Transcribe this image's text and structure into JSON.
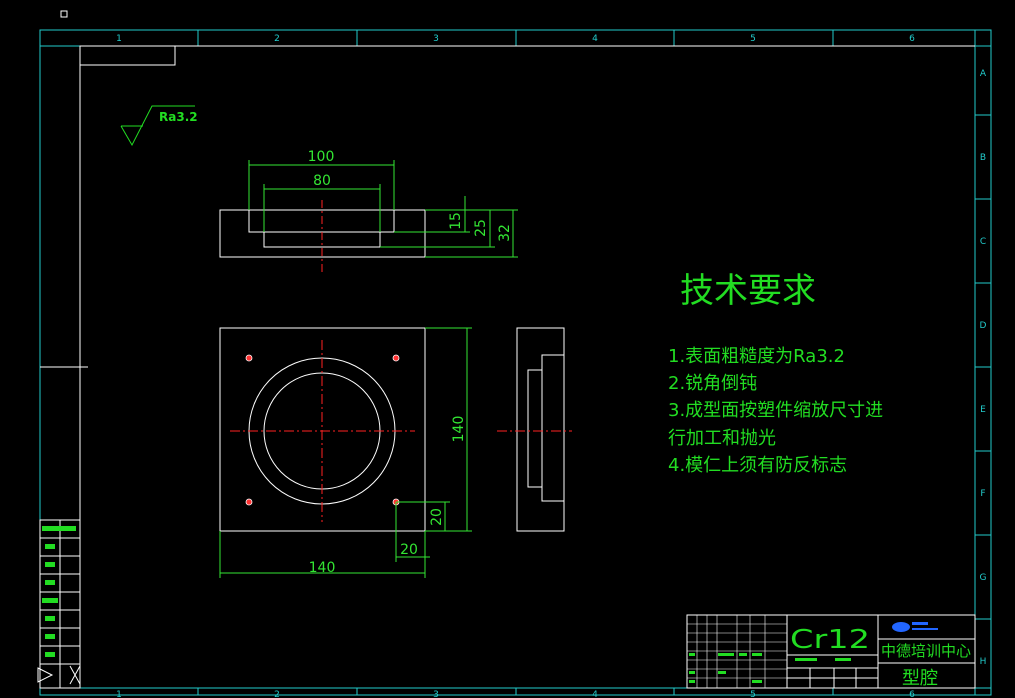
{
  "zones": {
    "columns": [
      "1",
      "2",
      "3",
      "4",
      "5",
      "6"
    ],
    "rows": [
      "A",
      "B",
      "C",
      "D",
      "E",
      "F",
      "G",
      "H"
    ]
  },
  "roughness": {
    "label": "Ra3.2"
  },
  "dimensions": {
    "top_width_outer": "100",
    "top_width_inner": "80",
    "depth_inner": "15",
    "depth_middle": "25",
    "height_total": "32",
    "plan_height": "140",
    "plan_width": "140",
    "hole_offset_x": "20",
    "hole_offset_y": "20"
  },
  "technical_requirements": {
    "title": "技术要求",
    "items": [
      "1.表面粗糙度为Ra3.2",
      "2.锐角倒钝",
      "3.成型面按塑件缩放尺寸进",
      "行加工和抛光",
      "4.模仁上须有防反标志"
    ]
  },
  "title_block": {
    "material": "Cr12",
    "company": "中德培训中心",
    "part_name": "型腔"
  },
  "colors": {
    "background": "#000000",
    "frame": "#22cccc",
    "part": "#ffffff",
    "dimension": "#33e633",
    "centerline": "#ff2222",
    "text": "#22dd22"
  }
}
